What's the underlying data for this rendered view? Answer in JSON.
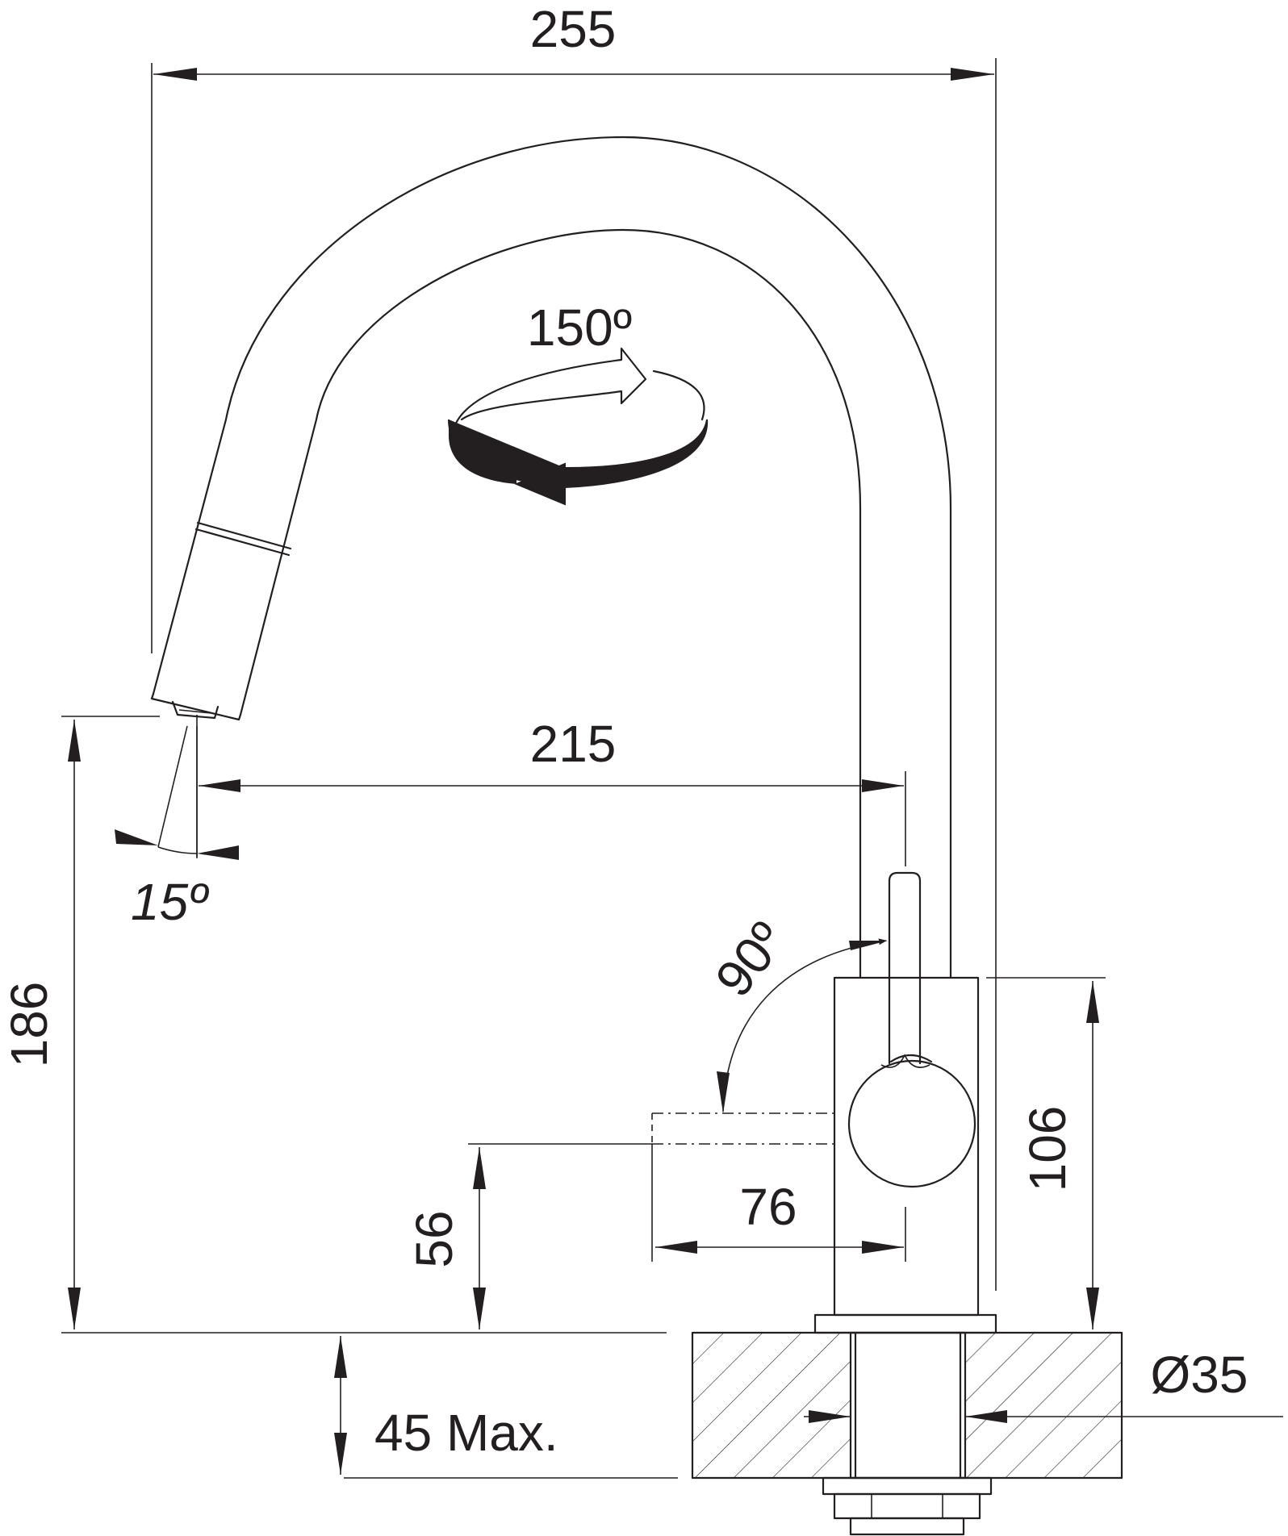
{
  "diagram": {
    "dimensions": {
      "overall_width": "255",
      "spout_reach": "215",
      "spray_angle": "15º",
      "swivel_angle": "150º",
      "lever_angle": "90º",
      "overall_height": "186",
      "lever_height": "56",
      "lever_reach": "76",
      "body_height": "106",
      "hole_diameter": "Ø35",
      "max_thickness": "45 Max."
    },
    "colors": {
      "line": "#231f20",
      "background": "#ffffff"
    }
  }
}
